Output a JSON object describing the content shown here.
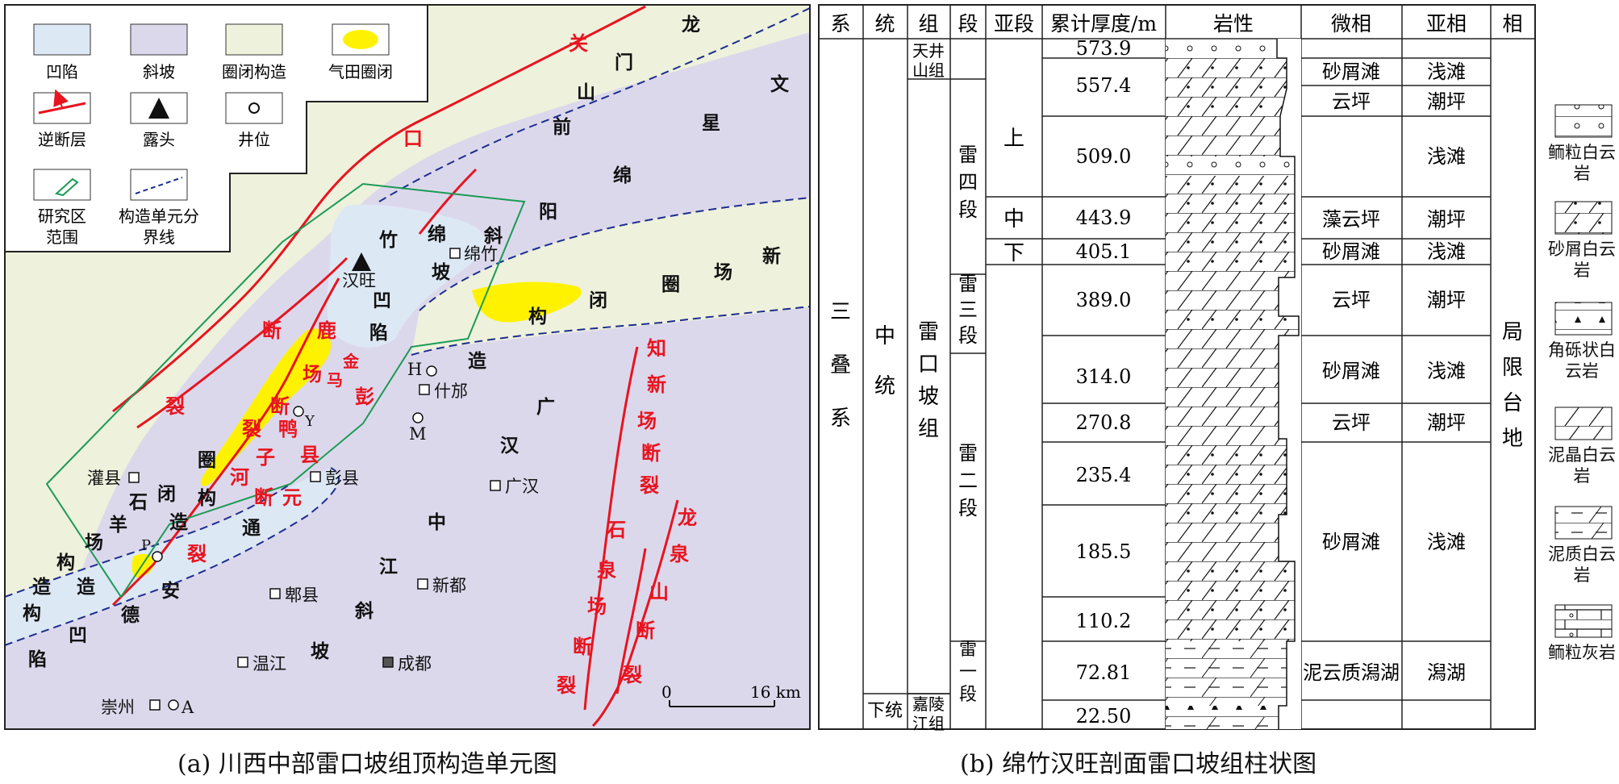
{
  "map": {
    "legend": {
      "depression": "凹陷",
      "slope": "斜坡",
      "closed_structure": "圈闭构造",
      "gasfield_closure": "气田圈闭",
      "thrust_fault": "逆断层",
      "outcrop": "露头",
      "well": "井位",
      "study_area": "研究区范围",
      "boundary": "构造单元分界线"
    },
    "red_labels": [
      "关",
      "口",
      "断",
      "鹿",
      "裂",
      "场",
      "断",
      "金",
      "马",
      "彭",
      "鸭",
      "裂",
      "子",
      "县",
      "河",
      "断",
      "元",
      "裂",
      "知",
      "新",
      "场",
      "断",
      "裂",
      "石",
      "泉",
      "场",
      "断",
      "裂",
      "龙",
      "泉",
      "山",
      "断",
      "裂"
    ],
    "black_labels": [
      "龙",
      "门",
      "文",
      "山",
      "星",
      "前",
      "绵",
      "阳",
      "新",
      "场",
      "圈",
      "闭",
      "构",
      "造",
      "竹",
      "绵",
      "斜",
      "坡",
      "凹",
      "陷",
      "广",
      "汉",
      "中",
      "江",
      "斜",
      "坡",
      "圈",
      "构",
      "闭",
      "造",
      "石",
      "羊",
      "场",
      "构",
      "造",
      "造",
      "构",
      "通",
      "安",
      "德",
      "凹",
      "陷"
    ],
    "places": {
      "hanwang": "汉旺",
      "mianzhu": "绵竹",
      "shifang": "什邡",
      "guanxian": "灌县",
      "pengxian": "彭县",
      "guanghan": "广汉",
      "xindu": "新都",
      "pixian": "郫县",
      "wenjiang": "温江",
      "chengdu": "成都",
      "chongzhou": "崇州"
    },
    "wells": [
      "H",
      "M",
      "Y",
      "P",
      "A"
    ],
    "scale": {
      "zero": "0",
      "dist": "16 km"
    },
    "caption": "(a) 川西中部雷口坡组顶构造单元图"
  },
  "column": {
    "headers": [
      "系",
      "统",
      "组",
      "段",
      "亚段",
      "累计厚度/m",
      "岩性",
      "微相",
      "亚相",
      "相"
    ],
    "system": "三叠系",
    "series_mid": "中统",
    "series_low": "下统",
    "formation_top": "天井山组",
    "formation_main": "雷口坡组",
    "formation_base": "嘉陵江组",
    "members": [
      "雷四段",
      "雷三段",
      "雷二段",
      "雷一段"
    ],
    "submembers": [
      "上",
      "中",
      "下"
    ],
    "thickness": [
      "573.9",
      "557.4",
      "509.0",
      "443.9",
      "405.1",
      "389.0",
      "314.0",
      "270.8",
      "235.4",
      "185.5",
      "110.2",
      "72.81",
      "22.50"
    ],
    "microfacies": [
      "砂屑滩",
      "云坪",
      "藻云坪",
      "砂屑滩",
      "云坪",
      "砂屑滩",
      "云坪",
      "砂屑滩",
      "泥云质潟湖"
    ],
    "subfacies": [
      "浅滩",
      "潮坪",
      "浅滩",
      "潮坪",
      "浅滩",
      "潮坪",
      "浅滩",
      "潮坪",
      "浅滩",
      "潟湖"
    ],
    "facies": "局限台地",
    "caption": "(b) 绵竹汉旺剖面雷口坡组柱状图"
  },
  "lith_legend": [
    "鲕粒白云岩",
    "砂屑白云岩",
    "角砾状白云岩",
    "泥晶白云岩",
    "泥质白云岩",
    "鲕粒灰岩"
  ],
  "colors": {
    "depression": "#dde8f5",
    "slope": "#dcd8ec",
    "closed": "#eef1dc",
    "gasfield": "#fff200",
    "fault": "#e8141f",
    "study": "#1b9a55",
    "boundary": "#1c2d8c"
  }
}
